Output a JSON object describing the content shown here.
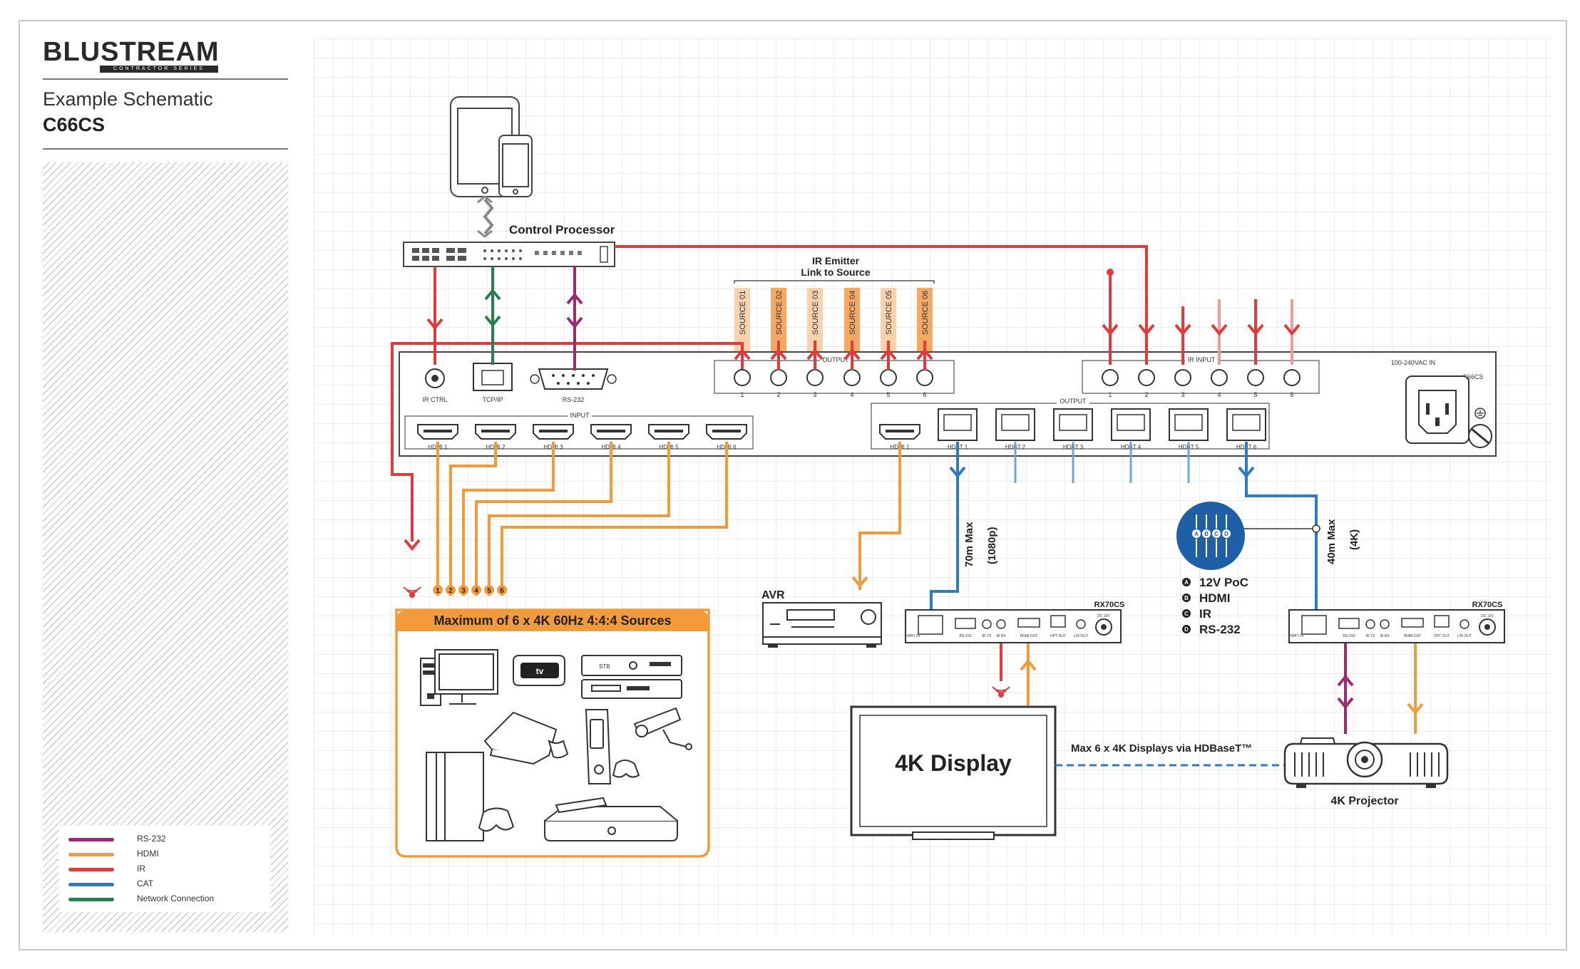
{
  "brand": {
    "name": "BLUSTREAM",
    "subline": "CONTRACTOR SERIES"
  },
  "sidebar": {
    "title": "Example Schematic",
    "model": "C66CS"
  },
  "legend": [
    {
      "label": "RS-232",
      "color": "#9b2b6e"
    },
    {
      "label": "HDMI",
      "color": "#f39a3b"
    },
    {
      "label": "IR",
      "color": "#e03a3a"
    },
    {
      "label": "CAT",
      "color": "#2e7bc3"
    },
    {
      "label": "Network Connection",
      "color": "#2a7d4f"
    }
  ],
  "control": {
    "title": "Control Processor"
  },
  "ir_emitter": {
    "line1": "IR Emitter",
    "line2": "Link to Source"
  },
  "sources": [
    "SOURCE 01",
    "SOURCE 02",
    "SOURCE 03",
    "SOURCE 04",
    "SOURCE 05",
    "SOURCE 06"
  ],
  "matrix": {
    "ir_ctrl": "IR CTRL",
    "tcpip": "TCP/IP",
    "rs232": "RS-232",
    "input_label": "INPUT",
    "output_label": "OUTPUT",
    "ir_out_label": "OUTPUT",
    "ir_input_label": "IR INPUT",
    "power": "100-240VAC IN",
    "model": "C66CS",
    "inputs": [
      "HDMI 1",
      "HDMI 2",
      "HDMI 3",
      "HDMI 4",
      "HDMI 5",
      "HDMI 6"
    ],
    "hdmi_out": "HDMI 1",
    "hdbt_outputs": [
      "HDBT 1",
      "HDBT 2",
      "HDBT 3",
      "HDBT 4",
      "HDBT 5",
      "HDBT 6"
    ],
    "port_numbers": [
      "1",
      "2",
      "3",
      "4",
      "5",
      "6"
    ]
  },
  "source_numbers": [
    "1",
    "2",
    "3",
    "4",
    "5",
    "6"
  ],
  "sources_box": {
    "title": "Maximum of 6 x 4K 60Hz 4:4:4 Sources"
  },
  "avr": {
    "label": "AVR"
  },
  "cat_runs": [
    {
      "line1": "70m Max",
      "line2": "(1080p)"
    },
    {
      "line1": "40m Max",
      "line2": "(4K)"
    }
  ],
  "receiver": {
    "model": "RX70CS",
    "ports": [
      "HDBT IN",
      "RS-232",
      "IR TX",
      "IR RX",
      "HDMI OUT",
      "OPT OUT",
      "L/R OUT",
      "DC 12V"
    ]
  },
  "poc_badge": {
    "letters": [
      "A",
      "B",
      "C",
      "D"
    ]
  },
  "features": [
    {
      "letter": "A",
      "text": "12V PoC"
    },
    {
      "letter": "B",
      "text": "HDMI"
    },
    {
      "letter": "C",
      "text": "IR"
    },
    {
      "letter": "D",
      "text": "RS-232"
    }
  ],
  "display": {
    "label": "4K Display"
  },
  "hdbaset_note": "Max 6 x 4K Displays via HDBaseT™",
  "projector": {
    "label": "4K Projector"
  },
  "stb_labels": [
    "STB"
  ]
}
